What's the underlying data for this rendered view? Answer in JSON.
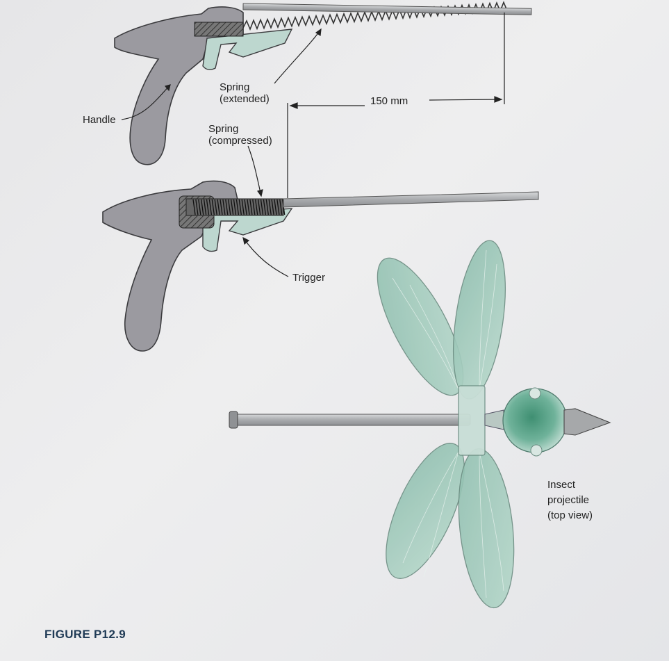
{
  "figure": {
    "caption": "FIGURE P12.9"
  },
  "labels": {
    "handle": "Handle",
    "spring_extended_1": "Spring",
    "spring_extended_2": "(extended)",
    "spring_compressed_1": "Spring",
    "spring_compressed_2": "(compressed)",
    "dimension": "150 mm",
    "trigger": "Trigger",
    "insect_1": "Insect",
    "insect_2": "projectile",
    "insect_3": "(top view)"
  },
  "colors": {
    "gun_body": "#9a999f",
    "trigger_green": "#bcd7cf",
    "wing_green": "#9cc8b8",
    "head_green": "#4f9a80",
    "rod": "#b3b5b7",
    "caption": "#1f3a55"
  }
}
